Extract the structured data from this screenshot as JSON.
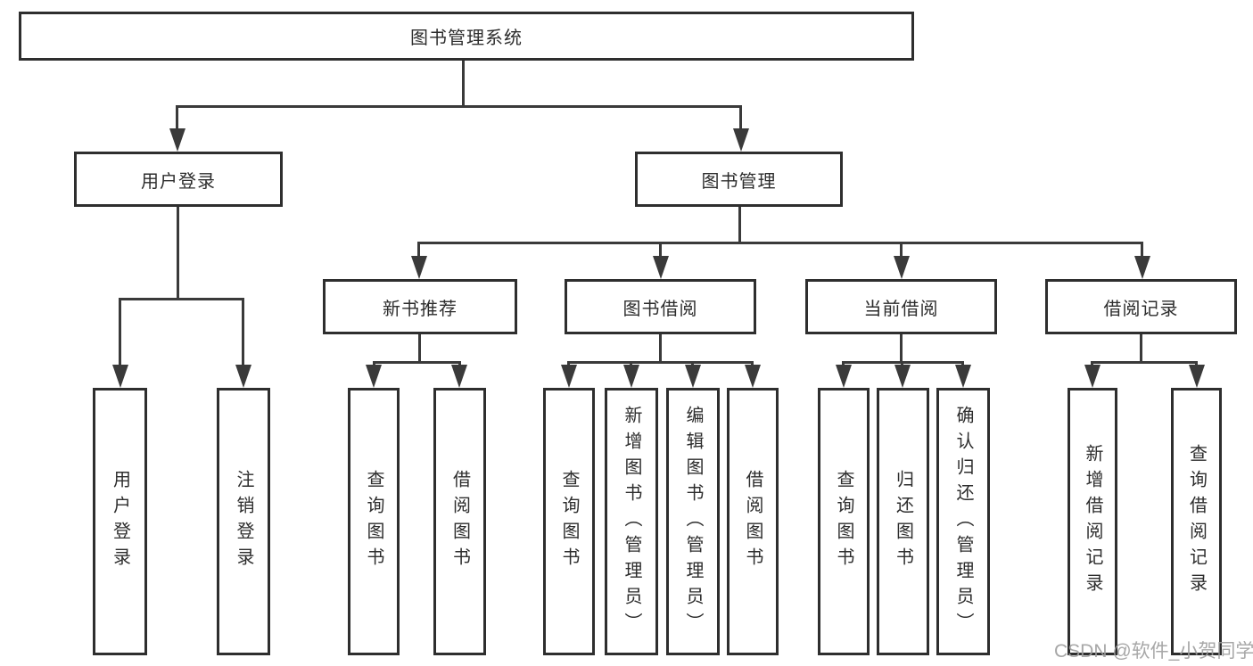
{
  "diagram": {
    "root": {
      "label": "图书管理系统"
    },
    "branches": [
      {
        "label": "用户登录",
        "leaves": [
          {
            "label": "用户登录"
          },
          {
            "label": "注销登录"
          }
        ]
      },
      {
        "label": "图书管理",
        "groups": [
          {
            "label": "新书推荐",
            "leaves": [
              {
                "label": "查询图书"
              },
              {
                "label": "借阅图书"
              }
            ]
          },
          {
            "label": "图书借阅",
            "leaves": [
              {
                "label": "查询图书"
              },
              {
                "label": "新增图书（管理员）"
              },
              {
                "label": "编辑图书（管理员）"
              },
              {
                "label": "借阅图书"
              }
            ]
          },
          {
            "label": "当前借阅",
            "leaves": [
              {
                "label": "查询图书"
              },
              {
                "label": "归还图书"
              },
              {
                "label": "确认归还（管理员）"
              }
            ]
          },
          {
            "label": "借阅记录",
            "leaves": [
              {
                "label": "新增借阅记录"
              },
              {
                "label": "查询借阅记录"
              }
            ]
          }
        ]
      }
    ]
  },
  "watermark": {
    "text": "CSDN @软件_小贺同学"
  },
  "colors": {
    "line": "#3a3a3a",
    "box_border": "#2e2e2e",
    "text": "#2d2d2d",
    "watermark": "#9e9e9e",
    "background": "#ffffff"
  }
}
